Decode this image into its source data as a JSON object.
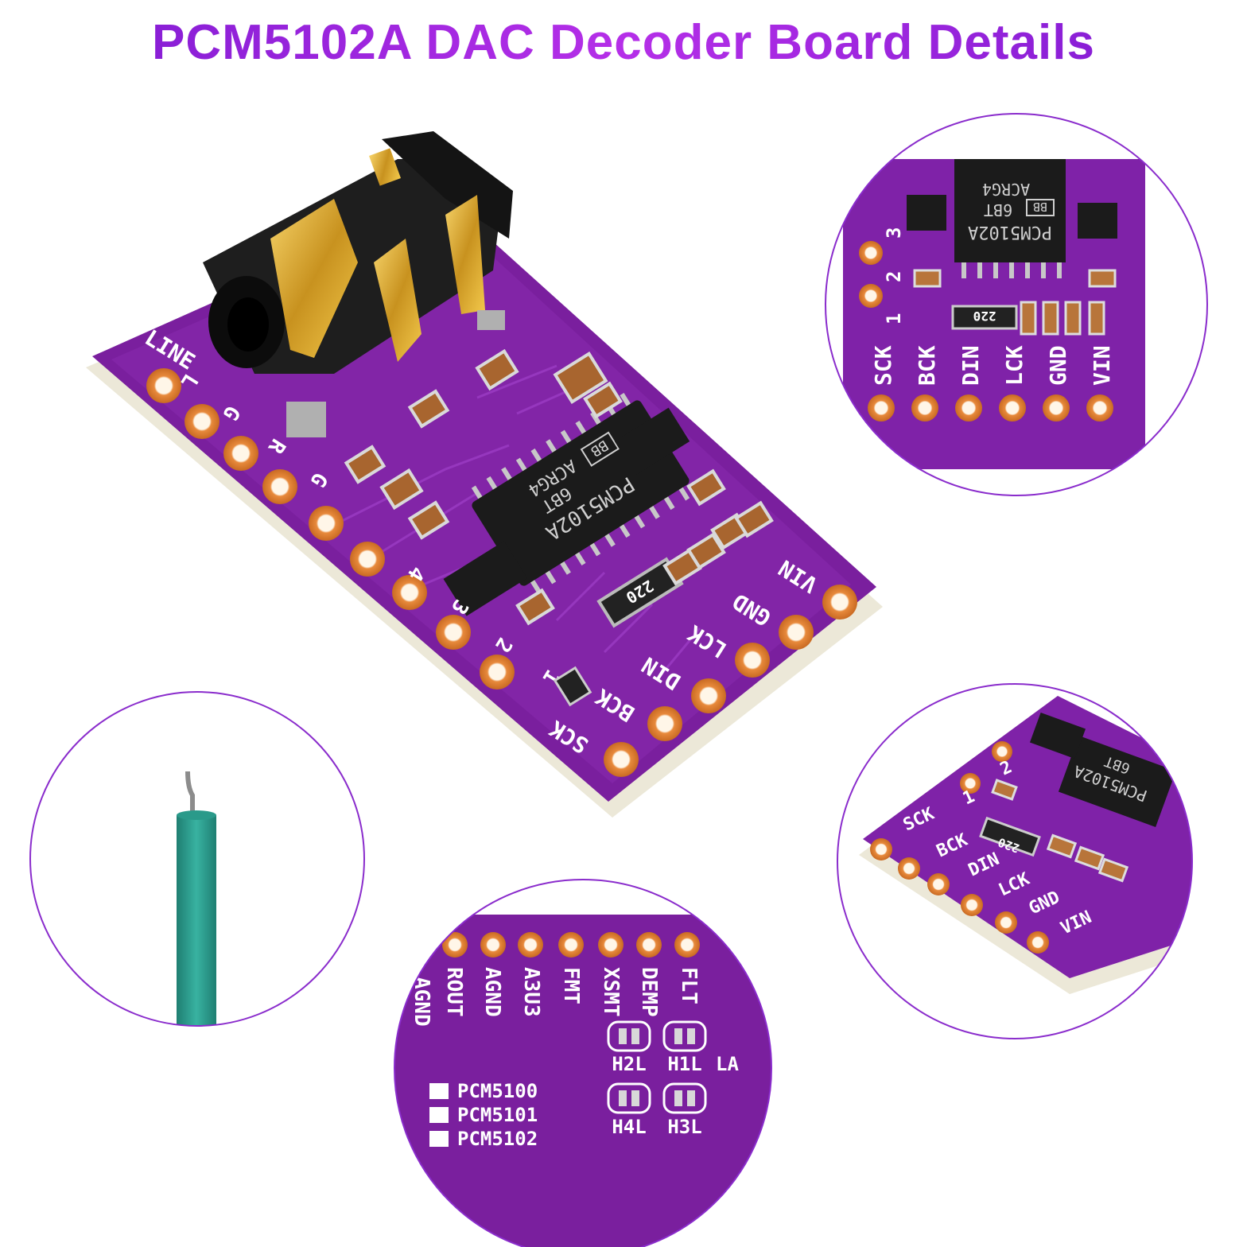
{
  "title": "PCM5102A DAC Decoder Board Details",
  "colors": {
    "title": "#9b24dd",
    "pcb": "#7a1f9e",
    "pad": "#e88a3c",
    "wire": "#2a9a8a"
  },
  "board": {
    "jack_label": "LINE",
    "left_pins": [
      "L",
      "G",
      "R",
      "G",
      "4",
      "3",
      "2",
      "1"
    ],
    "right_pins": [
      "SCK",
      "BCK",
      "DIN",
      "LCK",
      "GND",
      "VIN"
    ],
    "chip_text": [
      "PCM5102A",
      "6BT",
      "ACRG4"
    ],
    "chip_logo": "BB",
    "resistor": "220"
  },
  "zoom_top_right": {
    "pins": [
      "SCK",
      "BCK",
      "DIN",
      "LCK",
      "GND",
      "VIN"
    ],
    "side_numbers": [
      "3",
      "2",
      "1"
    ],
    "chip_text": [
      "PCM5102A",
      "6BT",
      "ACRG4"
    ],
    "chip_logo": "BB",
    "resistor": "220"
  },
  "zoom_bottom_center": {
    "pins": [
      "AGND",
      "ROUT",
      "AGND",
      "A3U3",
      "FMT",
      "XSMT",
      "DEMP",
      "FLT"
    ],
    "jumpers_top": [
      "H2L",
      "H1L"
    ],
    "jumpers_bottom": [
      "H4L",
      "H3L"
    ],
    "cut_label": "LA",
    "variants": [
      "PCM5100",
      "PCM5101",
      "PCM5102"
    ]
  },
  "zoom_bottom_right": {
    "pins": [
      "SCK",
      "BCK",
      "DIN",
      "LCK",
      "GND",
      "VIN"
    ],
    "side_numbers": [
      "1",
      "2"
    ],
    "chip_text": [
      "PCM5102A",
      "6BT"
    ],
    "resistor": "220"
  }
}
